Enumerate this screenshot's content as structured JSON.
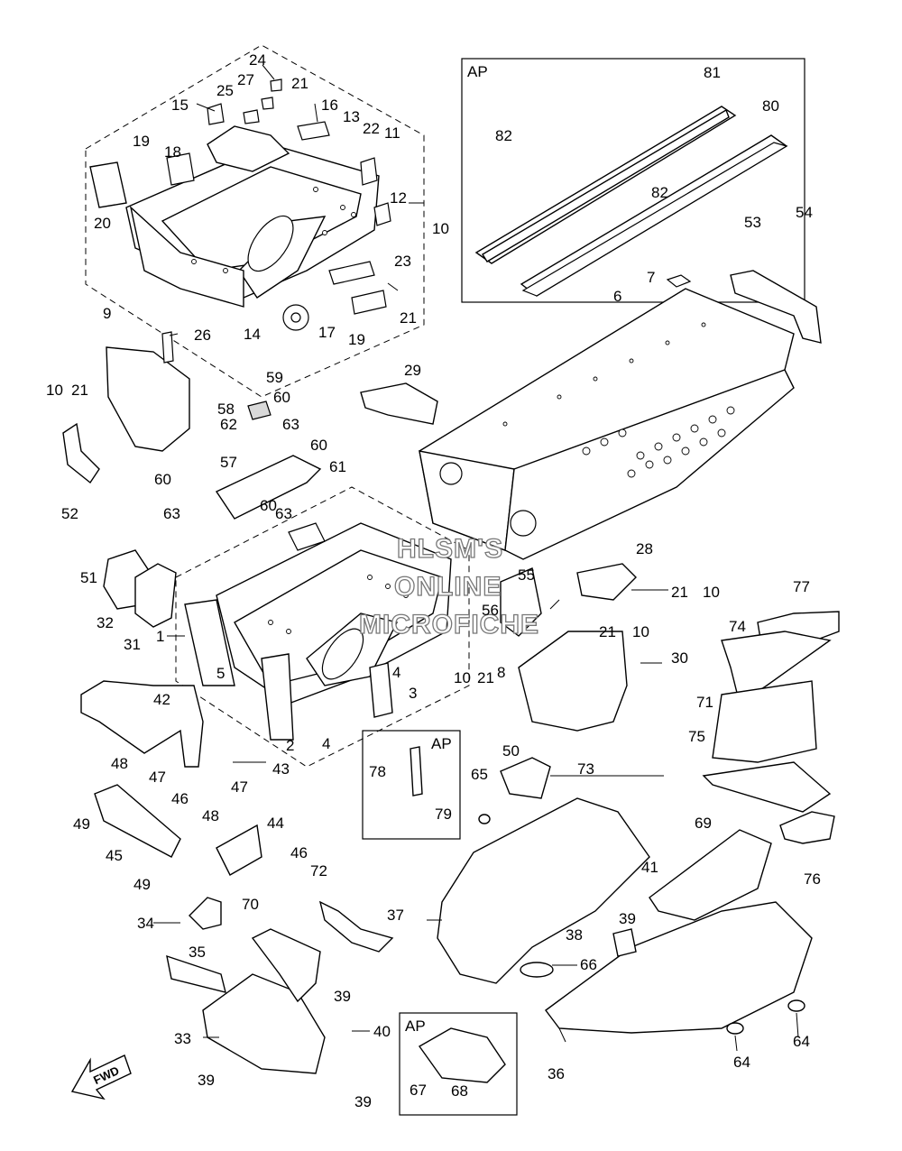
{
  "watermark": [
    "HLSM'S",
    "ONLINE",
    "MICROFICHE"
  ],
  "fwd_label": "FWD",
  "ap_boxes": [
    "AP",
    "AP",
    "AP"
  ],
  "callouts": [
    {
      "id": "c1",
      "text": "1"
    },
    {
      "id": "c2",
      "text": "2"
    },
    {
      "id": "c3",
      "text": "3"
    },
    {
      "id": "c4a",
      "text": "4"
    },
    {
      "id": "c4b",
      "text": "4"
    },
    {
      "id": "c5",
      "text": "5"
    },
    {
      "id": "c6",
      "text": "6"
    },
    {
      "id": "c7",
      "text": "7"
    },
    {
      "id": "c8",
      "text": "8"
    },
    {
      "id": "c9",
      "text": "9"
    },
    {
      "id": "c10a",
      "text": "10"
    },
    {
      "id": "c10b",
      "text": "10"
    },
    {
      "id": "c10c",
      "text": "10"
    },
    {
      "id": "c10d",
      "text": "10"
    },
    {
      "id": "c10e",
      "text": "10"
    },
    {
      "id": "c11",
      "text": "11"
    },
    {
      "id": "c12",
      "text": "12"
    },
    {
      "id": "c13",
      "text": "13"
    },
    {
      "id": "c14",
      "text": "14"
    },
    {
      "id": "c15",
      "text": "15"
    },
    {
      "id": "c16",
      "text": "16"
    },
    {
      "id": "c17",
      "text": "17"
    },
    {
      "id": "c18",
      "text": "18"
    },
    {
      "id": "c19a",
      "text": "19"
    },
    {
      "id": "c19b",
      "text": "19"
    },
    {
      "id": "c20",
      "text": "20"
    },
    {
      "id": "c21a",
      "text": "21"
    },
    {
      "id": "c21b",
      "text": "21"
    },
    {
      "id": "c21c",
      "text": "21"
    },
    {
      "id": "c21d",
      "text": "21"
    },
    {
      "id": "c21e",
      "text": "21"
    },
    {
      "id": "c21f",
      "text": "21"
    },
    {
      "id": "c22",
      "text": "22"
    },
    {
      "id": "c23",
      "text": "23"
    },
    {
      "id": "c24",
      "text": "24"
    },
    {
      "id": "c25",
      "text": "25"
    },
    {
      "id": "c26",
      "text": "26"
    },
    {
      "id": "c27",
      "text": "27"
    },
    {
      "id": "c28",
      "text": "28"
    },
    {
      "id": "c29",
      "text": "29"
    },
    {
      "id": "c30",
      "text": "30"
    },
    {
      "id": "c31",
      "text": "31"
    },
    {
      "id": "c32",
      "text": "32"
    },
    {
      "id": "c33",
      "text": "33"
    },
    {
      "id": "c34",
      "text": "34"
    },
    {
      "id": "c35",
      "text": "35"
    },
    {
      "id": "c36",
      "text": "36"
    },
    {
      "id": "c37",
      "text": "37"
    },
    {
      "id": "c38",
      "text": "38"
    },
    {
      "id": "c39a",
      "text": "39"
    },
    {
      "id": "c39b",
      "text": "39"
    },
    {
      "id": "c39c",
      "text": "39"
    },
    {
      "id": "c39d",
      "text": "39"
    },
    {
      "id": "c40",
      "text": "40"
    },
    {
      "id": "c41",
      "text": "41"
    },
    {
      "id": "c42",
      "text": "42"
    },
    {
      "id": "c43",
      "text": "43"
    },
    {
      "id": "c44",
      "text": "44"
    },
    {
      "id": "c45",
      "text": "45"
    },
    {
      "id": "c46a",
      "text": "46"
    },
    {
      "id": "c46b",
      "text": "46"
    },
    {
      "id": "c47a",
      "text": "47"
    },
    {
      "id": "c47b",
      "text": "47"
    },
    {
      "id": "c48a",
      "text": "48"
    },
    {
      "id": "c48b",
      "text": "48"
    },
    {
      "id": "c49a",
      "text": "49"
    },
    {
      "id": "c49b",
      "text": "49"
    },
    {
      "id": "c50",
      "text": "50"
    },
    {
      "id": "c51",
      "text": "51"
    },
    {
      "id": "c52",
      "text": "52"
    },
    {
      "id": "c53",
      "text": "53"
    },
    {
      "id": "c54",
      "text": "54"
    },
    {
      "id": "c55",
      "text": "55"
    },
    {
      "id": "c56",
      "text": "56"
    },
    {
      "id": "c57",
      "text": "57"
    },
    {
      "id": "c58",
      "text": "58"
    },
    {
      "id": "c59",
      "text": "59"
    },
    {
      "id": "c60a",
      "text": "60"
    },
    {
      "id": "c60b",
      "text": "60"
    },
    {
      "id": "c60c",
      "text": "60"
    },
    {
      "id": "c60d",
      "text": "60"
    },
    {
      "id": "c61",
      "text": "61"
    },
    {
      "id": "c62",
      "text": "62"
    },
    {
      "id": "c63a",
      "text": "63"
    },
    {
      "id": "c63b",
      "text": "63"
    },
    {
      "id": "c63c",
      "text": "63"
    },
    {
      "id": "c64a",
      "text": "64"
    },
    {
      "id": "c64b",
      "text": "64"
    },
    {
      "id": "c65",
      "text": "65"
    },
    {
      "id": "c66",
      "text": "66"
    },
    {
      "id": "c67",
      "text": "67"
    },
    {
      "id": "c68",
      "text": "68"
    },
    {
      "id": "c69",
      "text": "69"
    },
    {
      "id": "c70",
      "text": "70"
    },
    {
      "id": "c71",
      "text": "71"
    },
    {
      "id": "c72",
      "text": "72"
    },
    {
      "id": "c73",
      "text": "73"
    },
    {
      "id": "c74",
      "text": "74"
    },
    {
      "id": "c75",
      "text": "75"
    },
    {
      "id": "c76",
      "text": "76"
    },
    {
      "id": "c77",
      "text": "77"
    },
    {
      "id": "c78",
      "text": "78"
    },
    {
      "id": "c79",
      "text": "79"
    },
    {
      "id": "c80",
      "text": "80"
    },
    {
      "id": "c81",
      "text": "81"
    },
    {
      "id": "c82a",
      "text": "82"
    },
    {
      "id": "c82b",
      "text": "82"
    }
  ]
}
